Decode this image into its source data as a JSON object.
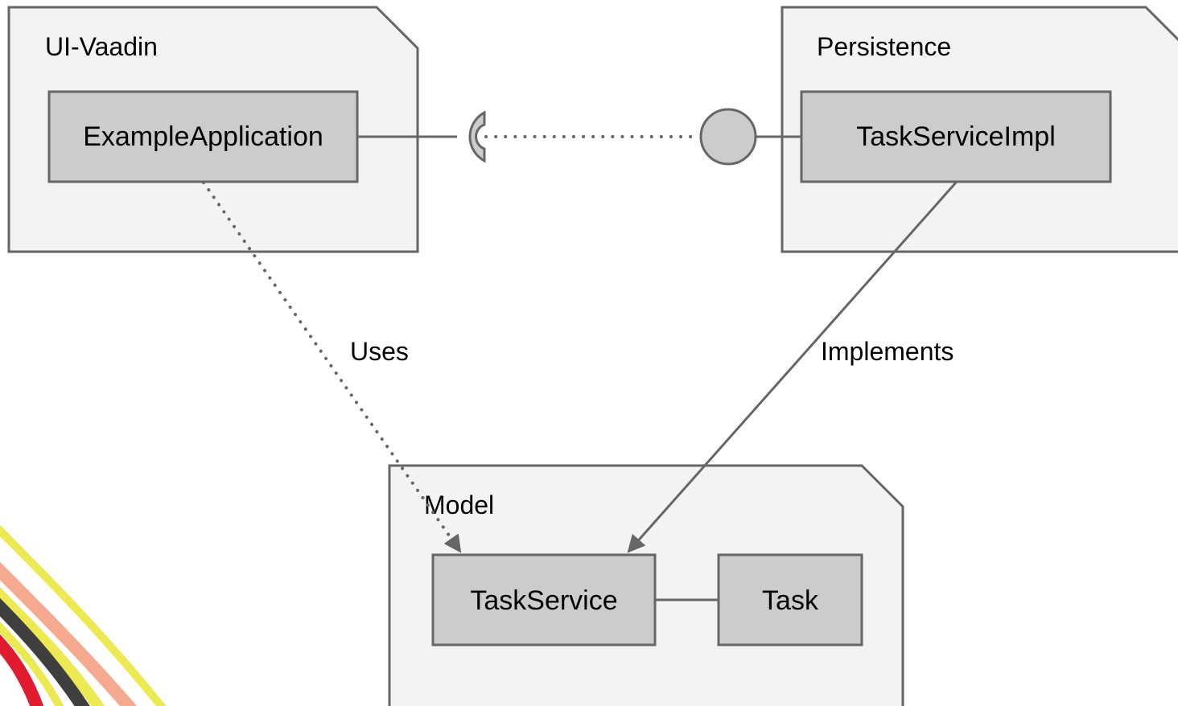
{
  "packages": [
    {
      "id": "ui",
      "name": "UI-Vaadin"
    },
    {
      "id": "persistence",
      "name": "Persistence"
    },
    {
      "id": "model",
      "name": "Model"
    }
  ],
  "components": {
    "example_application": "ExampleApplication",
    "task_service_impl": "TaskServiceImpl",
    "task_service": "TaskService",
    "task": "Task"
  },
  "relations": {
    "uses": "Uses",
    "implements": "Implements"
  },
  "colors": {
    "package_fill": "#f3f3f3",
    "component_fill": "#cccccc",
    "stroke": "#666666",
    "deco_yellow": "#ecea52",
    "deco_salmon": "#f5a98e",
    "deco_dark": "#3f3f3f",
    "deco_red": "#e01b2f"
  }
}
